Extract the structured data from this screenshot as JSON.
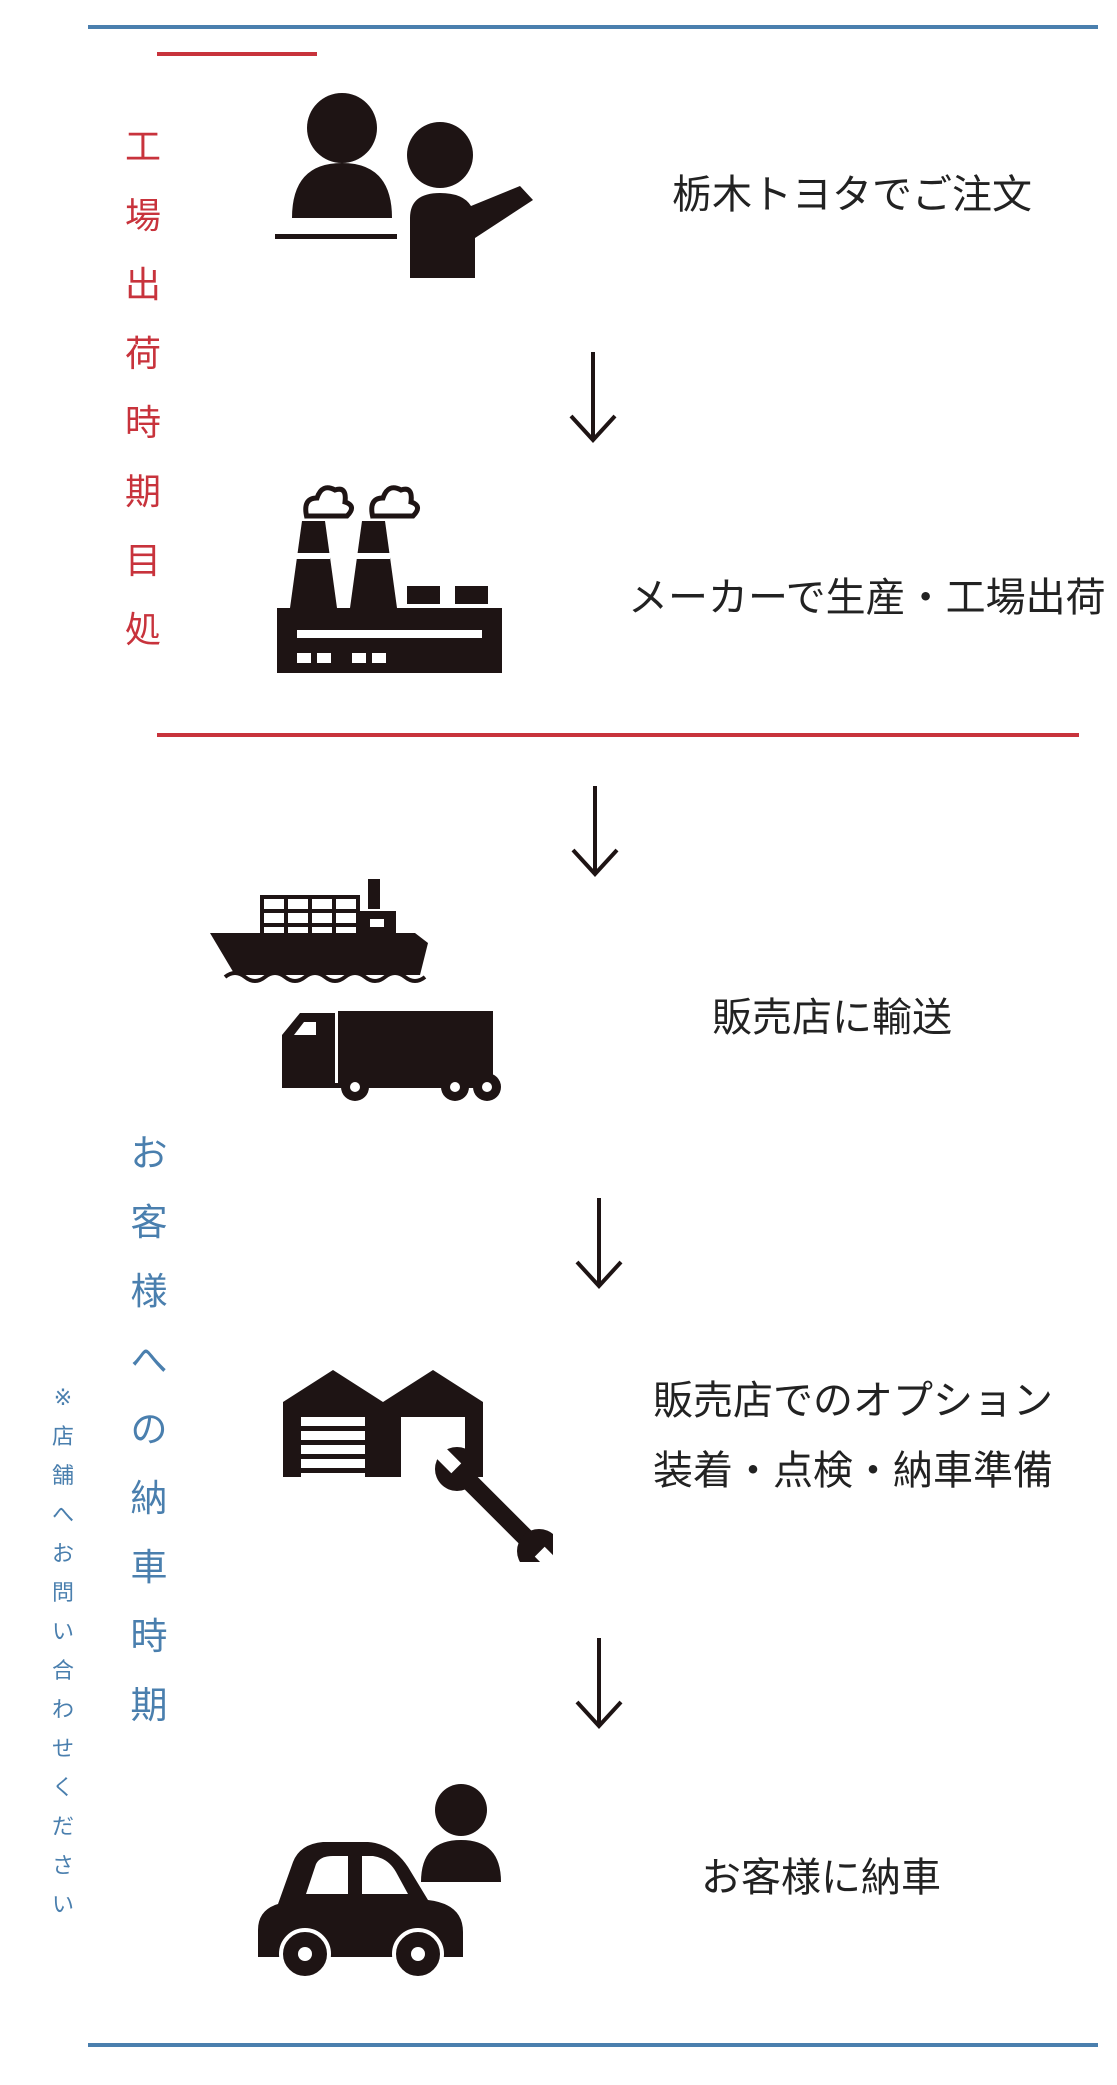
{
  "colors": {
    "blue": "#4a7fae",
    "red": "#c8333c",
    "icon": "#1e1414",
    "text": "#222222"
  },
  "factory_period_label": "工場出荷時期目処",
  "delivery_period_label": "お客様への納車時期",
  "store_note": "※店舗へお問い合わせください",
  "steps": [
    {
      "text": "栃木トヨタでご注文",
      "icon": "people-consult-icon"
    },
    {
      "text": "メーカーで生産・工場出荷",
      "icon": "factory-icon"
    },
    {
      "text": "販売店に輸送",
      "icon": "ship-truck-icon"
    },
    {
      "line1": "販売店でのオプション",
      "line2": "装着・点検・納車準備",
      "icon": "garage-wrench-icon"
    },
    {
      "text": "お客様に納車",
      "icon": "car-person-icon"
    }
  ]
}
